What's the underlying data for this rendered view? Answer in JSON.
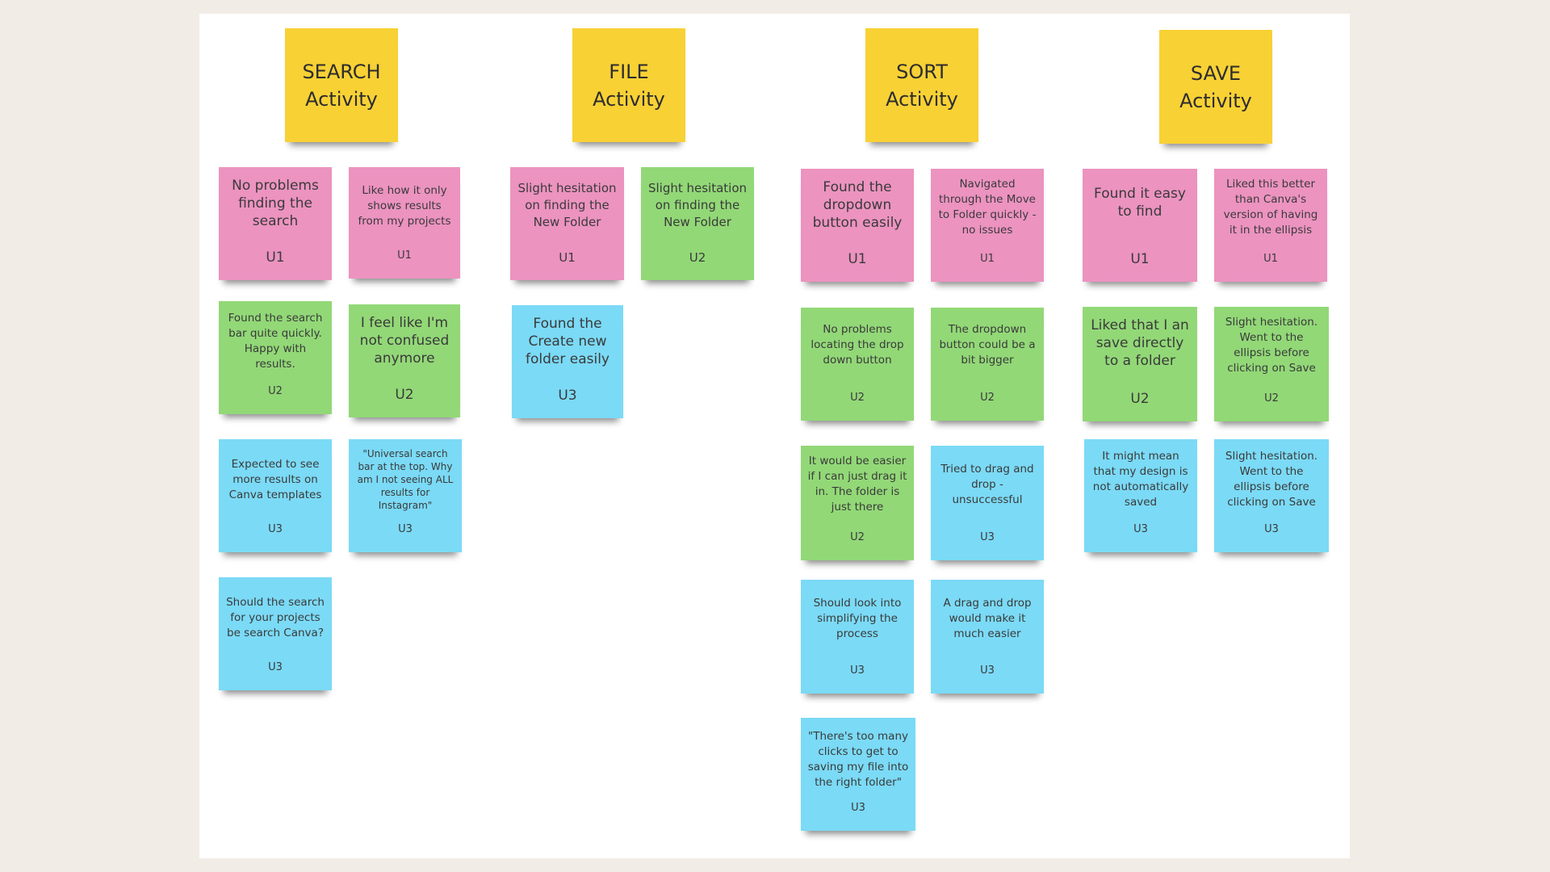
{
  "columns": [
    {
      "header": {
        "line1": "SEARCH",
        "line2": "Activity"
      },
      "notes": [
        {
          "text": "No problems finding the search",
          "user": "U1"
        },
        {
          "text": "Like how it only shows results from my projects",
          "user": "U1"
        },
        {
          "text": "Found the search bar quite quickly. Happy with results.",
          "user": "U2"
        },
        {
          "text": "I feel like I'm not confused anymore",
          "user": "U2"
        },
        {
          "text": "Expected to see more results on Canva templates",
          "user": "U3"
        },
        {
          "text": "\"Universal search bar at the top. Why am I not seeing ALL results for Instagram\"",
          "user": "U3"
        },
        {
          "text": "Should the search for your projects be search Canva?",
          "user": "U3"
        }
      ]
    },
    {
      "header": {
        "line1": "FILE",
        "line2": "Activity"
      },
      "notes": [
        {
          "text": "Slight hesitation on finding the New Folder",
          "user": "U1"
        },
        {
          "text": "Slight hesitation on finding the New Folder",
          "user": "U2"
        },
        {
          "text": "Found the Create new folder easily",
          "user": "U3"
        }
      ]
    },
    {
      "header": {
        "line1": "SORT",
        "line2": "Activity"
      },
      "notes": [
        {
          "text": "Found the dropdown button easily",
          "user": "U1"
        },
        {
          "text": "Navigated through the Move to Folder quickly - no issues",
          "user": "U1"
        },
        {
          "text": "No problems locating the drop down button",
          "user": "U2"
        },
        {
          "text": "The dropdown button could be a bit bigger",
          "user": "U2"
        },
        {
          "text": "It would be easier if I can just drag it in. The folder is just there",
          "user": "U2"
        },
        {
          "text": "Tried to drag and drop - unsuccessful",
          "user": "U3"
        },
        {
          "text": "Should look into simplifying the process",
          "user": "U3"
        },
        {
          "text": "A drag and drop would make it much easier",
          "user": "U3"
        },
        {
          "text": "\"There's too many clicks to get to saving my file into the right folder\"",
          "user": "U3"
        }
      ]
    },
    {
      "header": {
        "line1": "SAVE",
        "line2": "Activity"
      },
      "notes": [
        {
          "text": "Found it easy to find",
          "user": "U1"
        },
        {
          "text": "Liked this better than Canva's version of having it in the ellipsis",
          "user": "U1"
        },
        {
          "text": "Liked that I an save directly to a folder",
          "user": "U2"
        },
        {
          "text": "Slight hesitation. Went to the ellipsis before clicking on Save",
          "user": "U2"
        },
        {
          "text": "It might mean that my design is not automatically saved",
          "user": "U3"
        },
        {
          "text": "Slight hesitation. Went to the ellipsis before clicking on Save",
          "user": "U3"
        }
      ]
    }
  ],
  "colors": {
    "pink": "#ec93c0",
    "green": "#92d877",
    "blue": "#7bdaf6",
    "yellow": "#f8d135"
  }
}
